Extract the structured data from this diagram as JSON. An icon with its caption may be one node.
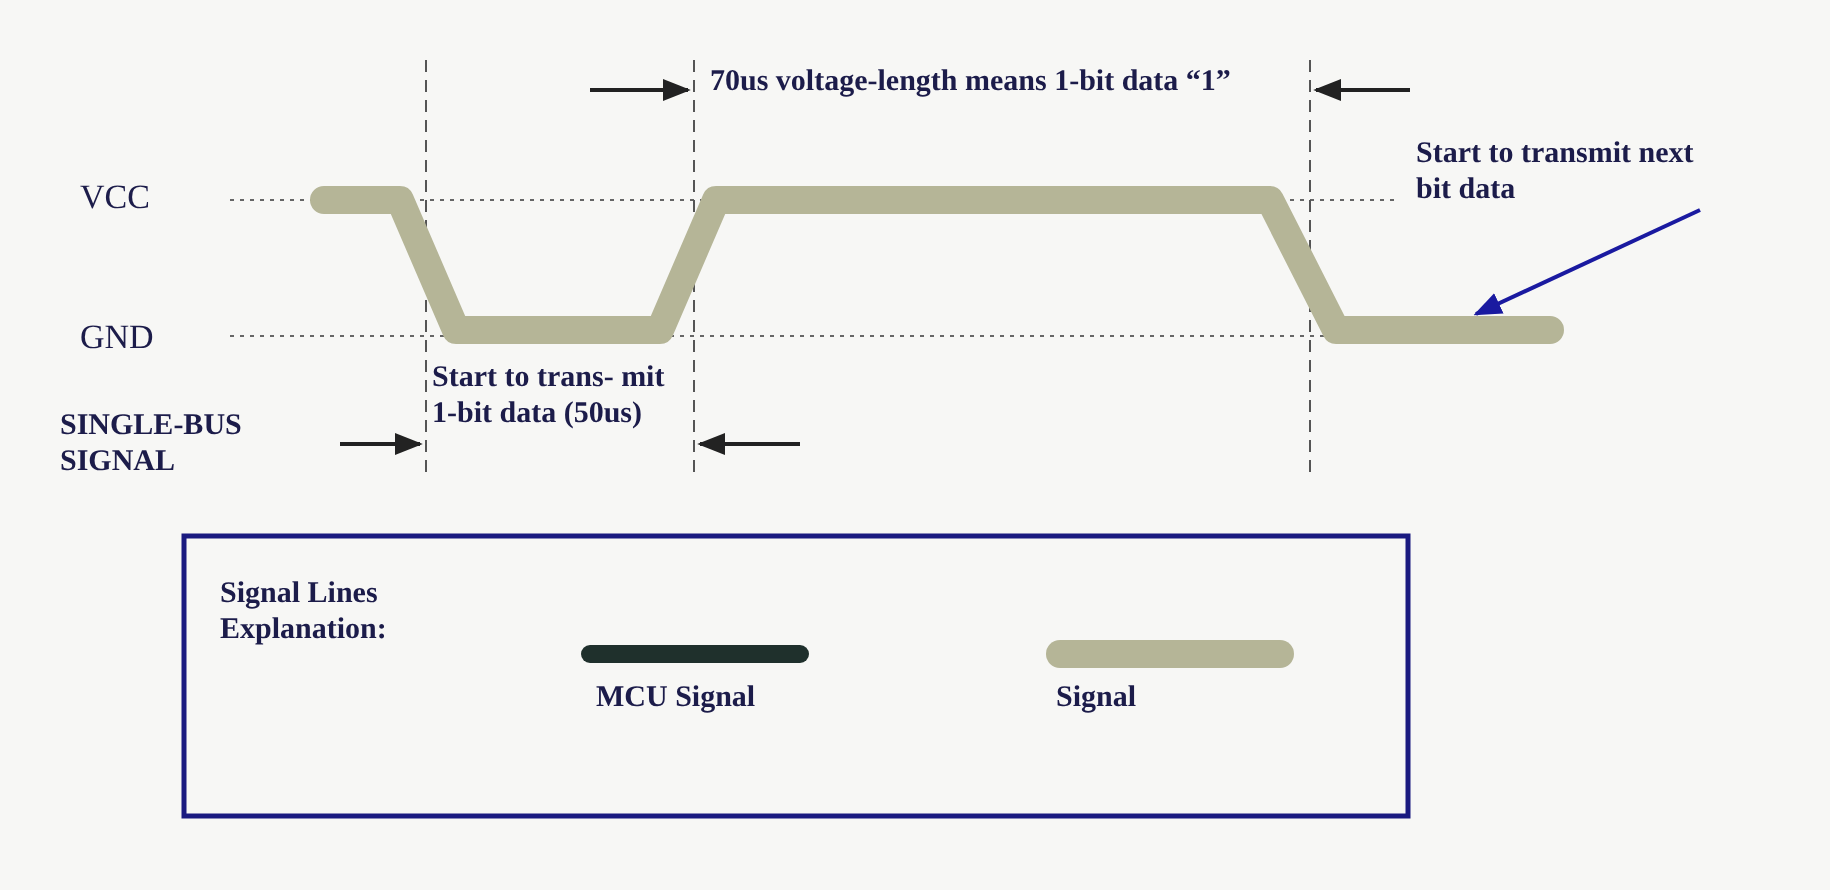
{
  "diagram": {
    "nodes": [
      {
        "text": [
          "Start to transmit next bit data"
        ]
      },
      {
        "text": [],
        "shape": "line"
      }
    ],
    "edges": [
      {
        "from": 0,
        "to": 1,
        "arrow": "to"
      }
    ],
    "labels": [
      "70us voltage-length means 1-bit data “1”",
      "VCC",
      "GND",
      "SINGLE-BUS SIGNAL",
      "Start to trans- mit 1-bit data (50us)",
      "Signal Lines Explanation:"
    ],
    "legend": [
      {
        "text": "MCU Signal"
      },
      {
        "text": "Signal"
      }
    ]
  }
}
